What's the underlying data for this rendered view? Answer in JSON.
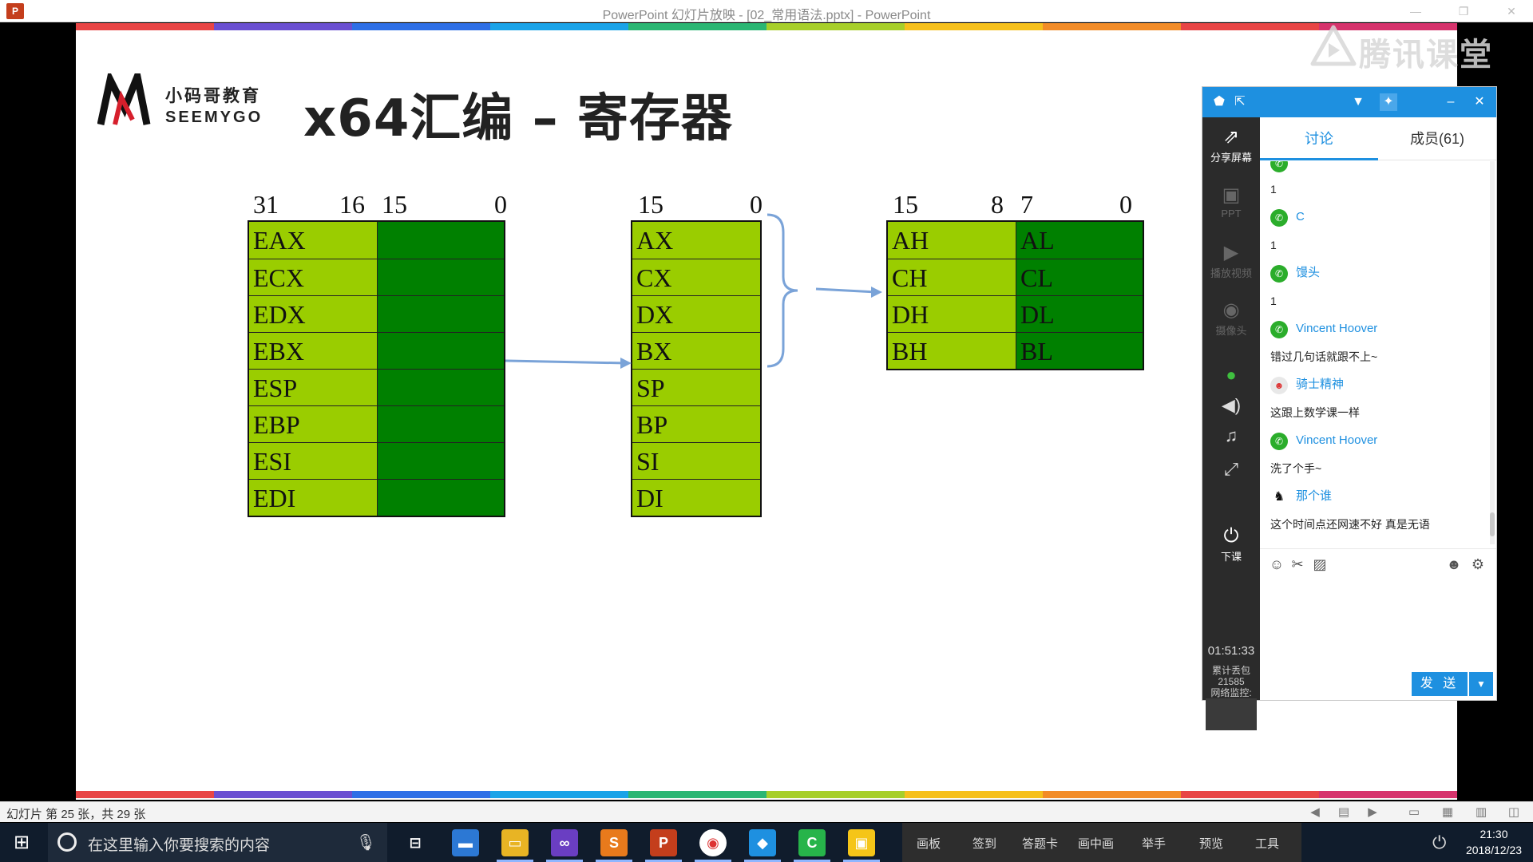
{
  "window": {
    "title": "PowerPoint 幻灯片放映 - [02_常用语法.pptx] - PowerPoint",
    "app_icon": "P",
    "controls": [
      "—",
      "❐",
      "✕"
    ]
  },
  "slide": {
    "logo": {
      "cn": "小码哥教育",
      "en": "SEEMYGO"
    },
    "title": "x64汇编 – 寄存器",
    "rainbow_colors": [
      "#e84545",
      "#6a4fd1",
      "#2e6fe6",
      "#1aa3e8",
      "#2bb673",
      "#a7cf2a",
      "#f6c01c",
      "#f28c28",
      "#e84545",
      "#d6336c"
    ],
    "table32": {
      "bits": [
        "31",
        "16",
        "15",
        "0"
      ],
      "registers": [
        "EAX",
        "ECX",
        "EDX",
        "EBX",
        "ESP",
        "EBP",
        "ESI",
        "EDI"
      ]
    },
    "table16": {
      "bits": [
        "15",
        "0"
      ],
      "registers": [
        "AX",
        "CX",
        "DX",
        "BX",
        "SP",
        "BP",
        "SI",
        "DI"
      ]
    },
    "table8": {
      "bits": [
        "15",
        "8",
        "7",
        "0"
      ],
      "rows": [
        {
          "high": "AH",
          "low": "AL"
        },
        {
          "high": "CH",
          "low": "CL"
        },
        {
          "high": "DH",
          "low": "DL"
        },
        {
          "high": "BH",
          "low": "BL"
        }
      ]
    },
    "colors": {
      "light_green": "#9acd00",
      "dark_green": "#008000",
      "arrow": "#7aa3d8"
    }
  },
  "watermark": {
    "text": "腾讯课堂"
  },
  "chat": {
    "header_icons": [
      "pin-icon",
      "share-icon",
      "dropdown-icon",
      "thumbtack-icon",
      "minimize-icon",
      "close-icon"
    ],
    "sidebar": {
      "share_screen": "分享屏幕",
      "ppt": "PPT",
      "play_video": "播放视频",
      "camera": "摄像头",
      "end_class": "下课",
      "timer": "01:51:33",
      "packet_loss_label": "累计丢包",
      "packet_loss_value": "21585",
      "network_monitor": "网络监控:"
    },
    "tabs": {
      "discussion": "讨论",
      "members": "成员(61)"
    },
    "messages": [
      {
        "name": "",
        "text": "1",
        "avatar": "wechat",
        "partial": true
      },
      {
        "name": "C",
        "text": "1",
        "avatar": "wechat"
      },
      {
        "name": "馒头",
        "text": "1",
        "avatar": "wechat"
      },
      {
        "name": "Vincent Hoover",
        "text": "错过几句话就跟不上~",
        "avatar": "wechat"
      },
      {
        "name": "骑士精神",
        "text": "这跟上数学课一样",
        "avatar": "person"
      },
      {
        "name": "Vincent Hoover",
        "text": "洗了个手~",
        "avatar": "wechat"
      },
      {
        "name": "那个谁",
        "text": "这个时间点还网速不好 真是无语",
        "avatar": "qq"
      }
    ],
    "send_label": "发 送",
    "send_more": "▼"
  },
  "statusbar": {
    "text": "幻灯片 第 25 张，共 29 张"
  },
  "taskbar": {
    "search_placeholder": "在这里输入你要搜索的内容",
    "ppt_tools": [
      "画板",
      "签到",
      "答题卡",
      "画中画",
      "举手",
      "预览",
      "工具"
    ],
    "clock_time": "21:30",
    "clock_date": "2018/12/23"
  }
}
